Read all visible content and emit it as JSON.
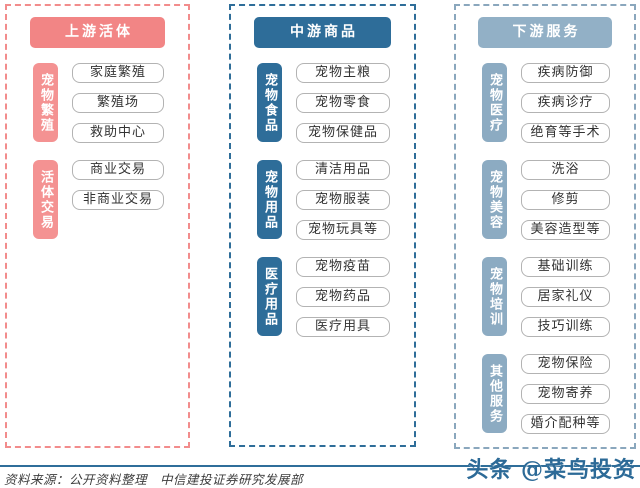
{
  "colors": {
    "divider": "#2f6e9a",
    "watermark": "#2c6a97",
    "box_border": "#b3b3b3",
    "box_text": "#333333",
    "source_text": "#3d3d3d"
  },
  "columns": [
    {
      "id": "upstream-live",
      "title": "上游活体",
      "colors": {
        "header": "#f28585",
        "label": "#f49292",
        "border": "#f28c8c"
      },
      "groups": [
        {
          "label": "宠物繁殖",
          "items": [
            "家庭繁殖",
            "繁殖场",
            "救助中心"
          ]
        },
        {
          "label": "活体交易",
          "items": [
            "商业交易",
            "非商业交易"
          ]
        }
      ]
    },
    {
      "id": "midstream-goods",
      "title": "中游商品",
      "colors": {
        "header": "#2e6d99",
        "label": "#2e6d99",
        "border": "#2e6d99"
      },
      "groups": [
        {
          "label": "宠物食品",
          "items": [
            "宠物主粮",
            "宠物零食",
            "宠物保健品"
          ]
        },
        {
          "label": "宠物用品",
          "items": [
            "清洁用品",
            "宠物服装",
            "宠物玩具等"
          ]
        },
        {
          "label": "医疗用品",
          "items": [
            "宠物疫苗",
            "宠物药品",
            "医疗用具"
          ]
        }
      ]
    },
    {
      "id": "downstream-services",
      "title": "下游服务",
      "colors": {
        "header": "#92b0c6",
        "label": "#8cabc2",
        "border": "#8aa7bd"
      },
      "groups": [
        {
          "label": "宠物医疗",
          "items": [
            "疾病防御",
            "疾病诊疗",
            "绝育等手术"
          ]
        },
        {
          "label": "宠物美容",
          "items": [
            "洗浴",
            "修剪",
            "美容造型等"
          ]
        },
        {
          "label": "宠物培训",
          "items": [
            "基础训练",
            "居家礼仪",
            "技巧训练"
          ]
        },
        {
          "label": "其他服务",
          "items": [
            "宠物保险",
            "宠物寄养",
            "婚介配种等"
          ]
        }
      ]
    }
  ],
  "footer": {
    "source": "资料来源：公开资料整理　中信建投证券研究发展部",
    "watermark": "头条 @菜鸟投资"
  }
}
